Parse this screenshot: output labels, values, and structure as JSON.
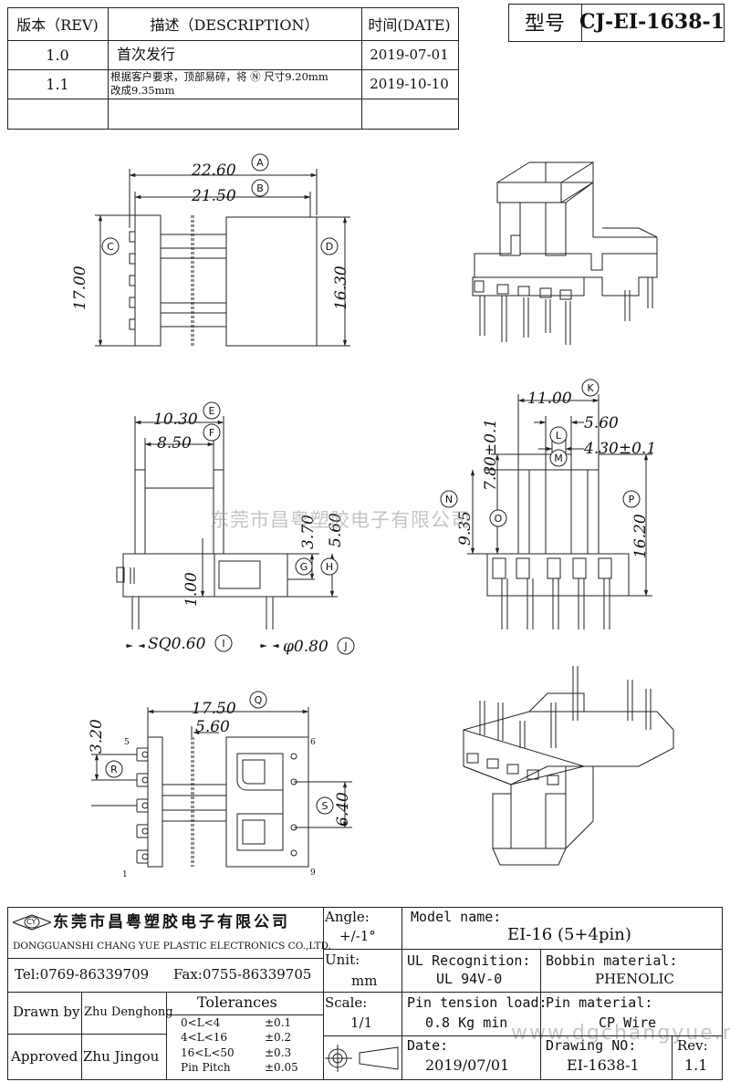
{
  "revision_table": {
    "headers": [
      "版本（REV)",
      "描述（DESCRIPTION）",
      "时间(DATE)"
    ],
    "rows": [
      {
        "rev": "1.0",
        "desc": "首次发行",
        "date": "2019-07-01"
      },
      {
        "rev": "1.1",
        "desc_line1": "根据客户要求，顶部易碎，将 Ⓝ 尺寸9.20mm",
        "desc_line2": "改成9.35mm",
        "date": "2019-10-10"
      }
    ]
  },
  "model_box": {
    "label": "型号",
    "value": "CJ-EI-1638-1"
  },
  "dimensions": {
    "A": "22.60",
    "B": "21.50",
    "C": "17.00",
    "D": "16.30",
    "E": "10.30",
    "F": "8.50",
    "G": "3.70",
    "H": "5.60",
    "I": "SQ0.60",
    "J": "φ0.80",
    "K": "11.00",
    "L": "5.60",
    "M": "4.30±0.1",
    "N": "9.35",
    "O": "7.80±0.1",
    "P": "16.20",
    "Q": "17.50",
    "R": "3.20",
    "S": "6.40",
    "bottom_ref": "5.60",
    "pin_offset": "1.00"
  },
  "callouts": [
    "A",
    "B",
    "C",
    "D",
    "E",
    "F",
    "G",
    "H",
    "I",
    "J",
    "K",
    "L",
    "M",
    "N",
    "O",
    "P",
    "Q",
    "R",
    "S"
  ],
  "pin_numbers": {
    "p5": "5",
    "p1": "1",
    "p6": "6",
    "p9": "9"
  },
  "watermark": "东莞市昌粤塑胶电子有限公司",
  "watermark_url": "www.dgchangyue.net",
  "title_block": {
    "company_cn": "东莞市昌粤塑胶电子有限公司",
    "company_en": "DONGGUANSHI CHANG YUE PLASTIC ELECTRONICS CO.,LTD.",
    "logo_text": "CY",
    "tel": "Tel:0769-86339709",
    "fax": "Fax:0755-86339705",
    "angle_label": "Angle:",
    "angle_value": "+/-1°",
    "model_name_label": "Model name:",
    "model_name_value": "EI-16 (5+4pin)",
    "unit_label": "Unit:",
    "unit_value": "mm",
    "ul_label": "UL Recognition:",
    "ul_value": "UL 94V-0",
    "bobbin_label": "Bobbin material:",
    "bobbin_value": "PHENOLIC",
    "drawn_label": "Drawn by",
    "drawn_value": "Zhu Denghong",
    "approved_label": "Approved",
    "approved_value": "Zhu Jingou",
    "tolerances_label": "Tolerances",
    "tolerances": [
      {
        "range": "0<L<4",
        "value": "±0.1"
      },
      {
        "range": "4<L<16",
        "value": "±0.2"
      },
      {
        "range": "16<L<50",
        "value": "±0.3"
      },
      {
        "range": "Pin Pitch",
        "value": "±0.05"
      }
    ],
    "scale_label": "Scale:",
    "scale_value": "1/1",
    "pin_tension_label": "Pin tension load:",
    "pin_tension_value": "0.8 Kg min",
    "pin_material_label": "Pin material:",
    "pin_material_value": "CP Wire",
    "date_label": "Date:",
    "date_value": "2019/07/01",
    "drawing_no_label": "Drawing NO:",
    "drawing_no_value": "EI-1638-1",
    "rev_label": "Rev:",
    "rev_value": "1.1"
  }
}
